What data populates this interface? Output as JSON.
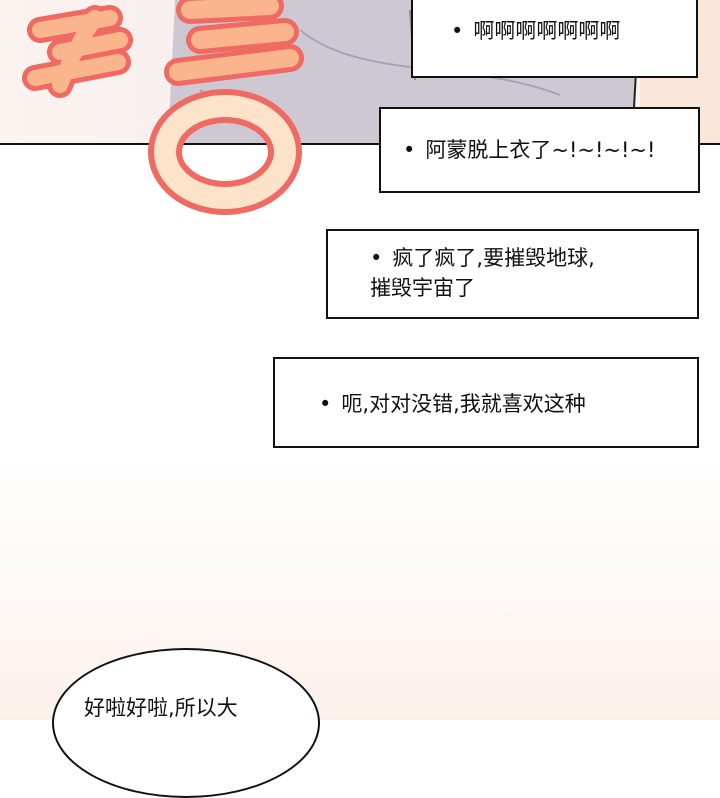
{
  "captions": [
    {
      "text": "啊啊啊啊啊啊啊"
    },
    {
      "text": "阿蒙脱上衣了~!~!~!~!"
    },
    {
      "line1": "疯了疯了,要摧毁地球,",
      "line2": "摧毁宇宙了"
    },
    {
      "text": "呃,对对没错,我就喜欢这种"
    }
  ],
  "bubble": {
    "text": "好啦好啦,所以大"
  },
  "colors": {
    "sfx_fill": "#fbb58d",
    "sfx_outline": "#ee6a63",
    "shirt": "#cbc6cf",
    "border": "#111111"
  }
}
